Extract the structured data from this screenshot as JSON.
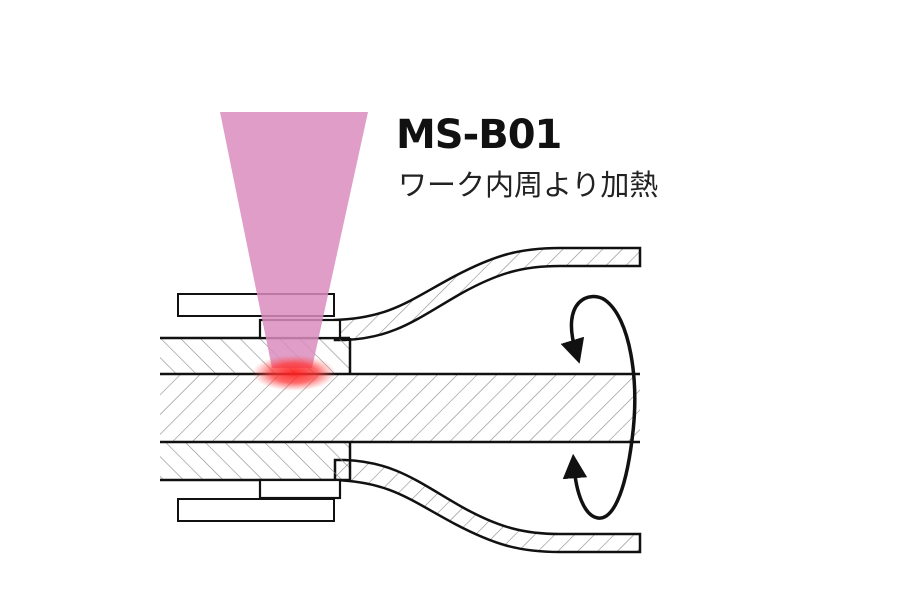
{
  "title": "MS-B01",
  "description": "ワーク内周より加熱",
  "colors": {
    "laser_beam": "#d98cbd",
    "heat_spot": "#ff3030",
    "line": "#111111",
    "hatch": "#8a8a8a",
    "background": "#ffffff"
  },
  "icons": [
    "laser-beam",
    "heat-spot",
    "rotation-arrow-icon"
  ]
}
